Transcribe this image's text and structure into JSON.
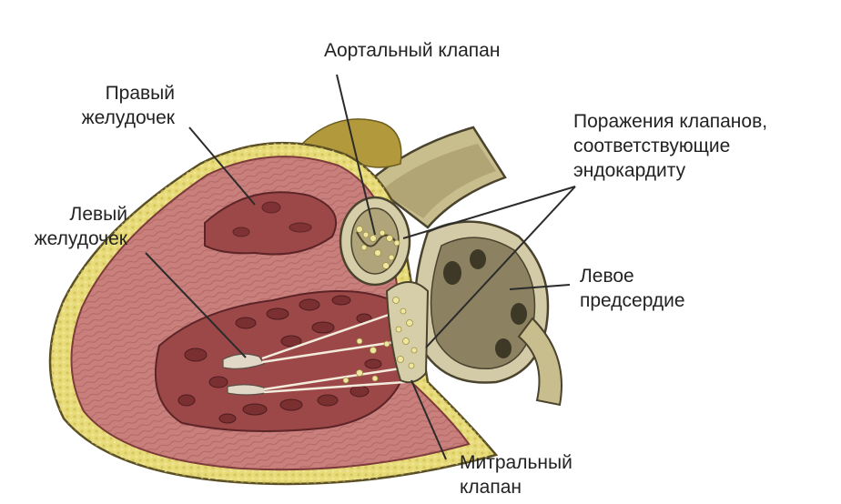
{
  "labels": {
    "aortic_valve": [
      "Аортальный клапан"
    ],
    "right_ventricle": [
      "Правый",
      "желудочек"
    ],
    "left_ventricle": [
      "Левый",
      "желудочек"
    ],
    "valve_lesions": [
      "Поражения клапанов,",
      "соответствующие",
      "эндокардиту"
    ],
    "left_atrium": [
      "Левое",
      "предсердие"
    ],
    "mitral_valve": [
      "Митральный",
      "клапан"
    ]
  },
  "colors": {
    "muscle": "#c97f7c",
    "muscle_dark": "#a85a5a",
    "cavity": "#9c4848",
    "chamber_wall": "#8a3a3c",
    "fat": "#e8dc7a",
    "vessel_wall": "#cfc6a4",
    "vessel_dark": "#7a7152",
    "vegetation": "#efe6a2",
    "leader_line": "#2b2b2b"
  }
}
